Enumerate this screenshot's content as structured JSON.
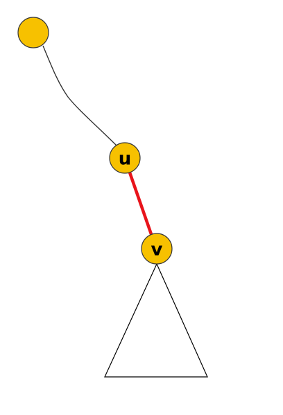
{
  "nodes": {
    "root": {
      "label": ""
    },
    "u": {
      "label": "u"
    },
    "v": {
      "label": "v"
    }
  },
  "edges": {
    "root_u": {
      "style": "curved",
      "color": "#333333"
    },
    "u_v": {
      "color": "#e8141b",
      "highlighted": true
    }
  },
  "subtree": {
    "shape": "triangle",
    "fill": "#ffffff",
    "stroke": "#000000"
  },
  "colors": {
    "node_fill": "#f7c100",
    "node_stroke": "#3a3a3a",
    "background": "#ffffff"
  }
}
